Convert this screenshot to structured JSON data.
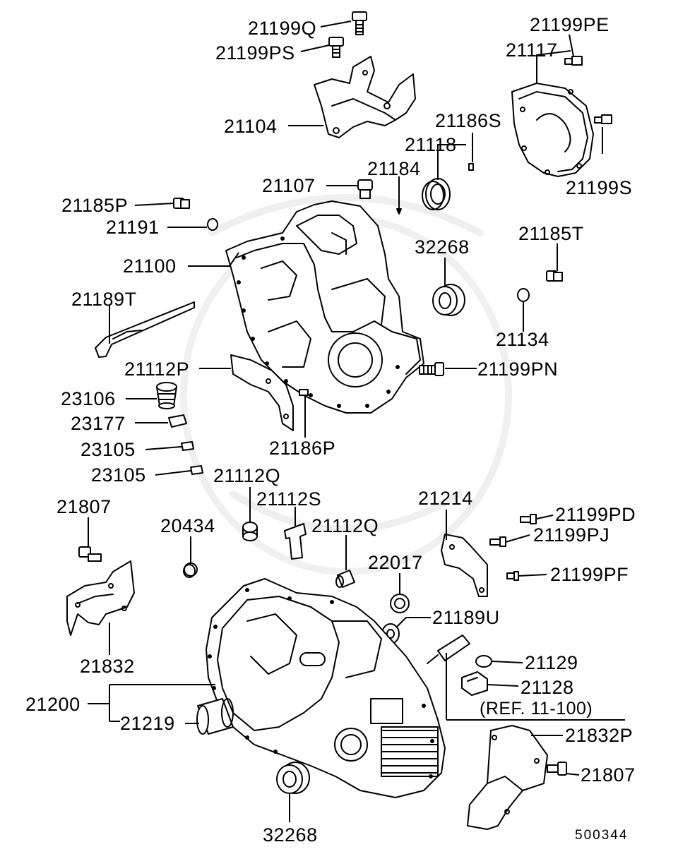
{
  "diagram_id": "500344",
  "reference_note": "(REF. 11-100)",
  "parts": {
    "p21199Q": "21199Q",
    "p21199PS": "21199PS",
    "p21104": "21104",
    "p21199PE": "21199PE",
    "p21117": "21117",
    "p21186S": "21186S",
    "p21118": "21118",
    "p21184": "21184",
    "p21107": "21107",
    "p21199S": "21199S",
    "p21185P": "21185P",
    "p21191": "21191",
    "p21100": "21100",
    "p32268_top": "32268",
    "p21185T": "21185T",
    "p21189T": "21189T",
    "p21134": "21134",
    "p21112P": "21112P",
    "p21199PN": "21199PN",
    "p23106": "23106",
    "p23177": "23177",
    "p23105_a": "23105",
    "p23105_b": "23105",
    "p21186P": "21186P",
    "p21112Q_a": "21112Q",
    "p21112S": "21112S",
    "p21214": "21214",
    "p21807_a": "21807",
    "p20434": "20434",
    "p21112Q_b": "21112Q",
    "p21199PD": "21199PD",
    "p21199PJ": "21199PJ",
    "p22017": "22017",
    "p21199PF": "21199PF",
    "p21189U": "21189U",
    "p21832": "21832",
    "p21129": "21129",
    "p21128": "21128",
    "p21200": "21200",
    "p21219": "21219",
    "p21832P": "21832P",
    "p21807_b": "21807",
    "p32268_bottom": "32268"
  }
}
